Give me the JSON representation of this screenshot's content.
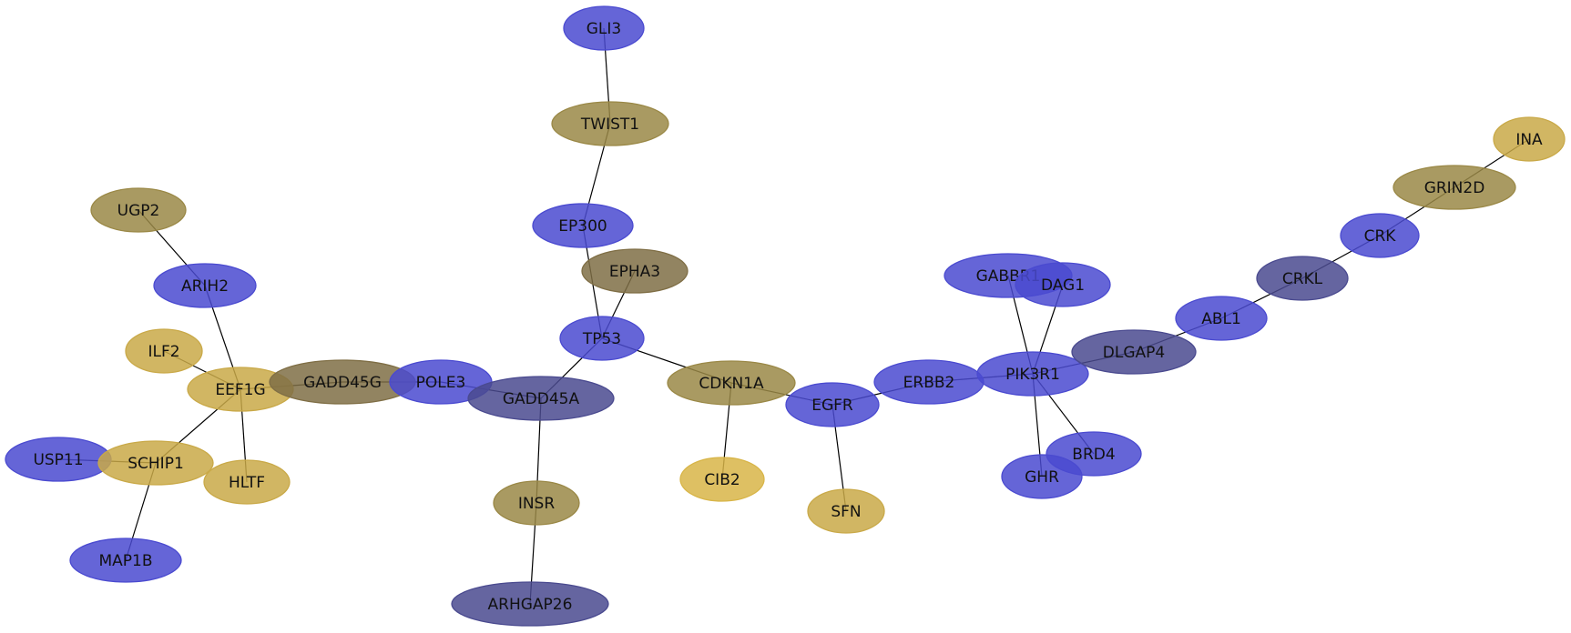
{
  "colors": {
    "blue": "#4a4ad0",
    "blue_dark": "#4a4a8f",
    "gold": "#c9a948",
    "gold_light": "#d8b548",
    "olive": "#9a8846",
    "olive_dark": "#7f6e45"
  },
  "nodes": [
    {
      "id": "GLI3",
      "label": "GLI3",
      "color": "blue"
    },
    {
      "id": "TWIST1",
      "label": "TWIST1",
      "color": "olive"
    },
    {
      "id": "EP300",
      "label": "EP300",
      "color": "blue"
    },
    {
      "id": "EPHA3",
      "label": "EPHA3",
      "color": "olive_dark"
    },
    {
      "id": "TP53",
      "label": "TP53",
      "color": "blue"
    },
    {
      "id": "UGP2",
      "label": "UGP2",
      "color": "olive"
    },
    {
      "id": "ARIH2",
      "label": "ARIH2",
      "color": "blue"
    },
    {
      "id": "ILF2",
      "label": "ILF2",
      "color": "gold"
    },
    {
      "id": "EEF1G",
      "label": "EEF1G",
      "color": "gold"
    },
    {
      "id": "GADD45G",
      "label": "GADD45G",
      "color": "olive_dark"
    },
    {
      "id": "POLE3",
      "label": "POLE3",
      "color": "blue"
    },
    {
      "id": "GADD45A",
      "label": "GADD45A",
      "color": "blue_dark"
    },
    {
      "id": "CDKN1A",
      "label": "CDKN1A",
      "color": "olive"
    },
    {
      "id": "EGFR",
      "label": "EGFR",
      "color": "blue"
    },
    {
      "id": "ERBB2",
      "label": "ERBB2",
      "color": "blue"
    },
    {
      "id": "PIK3R1",
      "label": "PIK3R1",
      "color": "blue"
    },
    {
      "id": "GABBR1",
      "label": "GABBR1",
      "color": "blue"
    },
    {
      "id": "DAG1",
      "label": "DAG1",
      "color": "blue"
    },
    {
      "id": "DLGAP4",
      "label": "DLGAP4",
      "color": "blue_dark"
    },
    {
      "id": "ABL1",
      "label": "ABL1",
      "color": "blue"
    },
    {
      "id": "CRKL",
      "label": "CRKL",
      "color": "blue_dark"
    },
    {
      "id": "CRK",
      "label": "CRK",
      "color": "blue"
    },
    {
      "id": "GRIN2D",
      "label": "GRIN2D",
      "color": "olive"
    },
    {
      "id": "INA",
      "label": "INA",
      "color": "gold"
    },
    {
      "id": "BRD4",
      "label": "BRD4",
      "color": "blue"
    },
    {
      "id": "GHR",
      "label": "GHR",
      "color": "blue"
    },
    {
      "id": "USP11",
      "label": "USP11",
      "color": "blue"
    },
    {
      "id": "SCHIP1",
      "label": "SCHIP1",
      "color": "gold"
    },
    {
      "id": "HLTF",
      "label": "HLTF",
      "color": "gold"
    },
    {
      "id": "MAP1B",
      "label": "MAP1B",
      "color": "blue"
    },
    {
      "id": "INSR",
      "label": "INSR",
      "color": "olive"
    },
    {
      "id": "ARHGAP26",
      "label": "ARHGAP26",
      "color": "blue_dark"
    },
    {
      "id": "CIB2",
      "label": "CIB2",
      "color": "gold_light"
    },
    {
      "id": "SFN",
      "label": "SFN",
      "color": "gold"
    }
  ],
  "edges": [
    [
      "GLI3",
      "TWIST1"
    ],
    [
      "TWIST1",
      "EP300"
    ],
    [
      "EP300",
      "TP53"
    ],
    [
      "EPHA3",
      "TP53"
    ],
    [
      "TP53",
      "GADD45A"
    ],
    [
      "TP53",
      "CDKN1A"
    ],
    [
      "UGP2",
      "ARIH2"
    ],
    [
      "ARIH2",
      "EEF1G"
    ],
    [
      "ILF2",
      "EEF1G"
    ],
    [
      "EEF1G",
      "GADD45G"
    ],
    [
      "EEF1G",
      "SCHIP1"
    ],
    [
      "EEF1G",
      "HLTF"
    ],
    [
      "GADD45G",
      "POLE3"
    ],
    [
      "POLE3",
      "GADD45A"
    ],
    [
      "GADD45A",
      "INSR"
    ],
    [
      "INSR",
      "ARHGAP26"
    ],
    [
      "CDKN1A",
      "CIB2"
    ],
    [
      "CDKN1A",
      "EGFR"
    ],
    [
      "EGFR",
      "SFN"
    ],
    [
      "EGFR",
      "ERBB2"
    ],
    [
      "ERBB2",
      "PIK3R1"
    ],
    [
      "PIK3R1",
      "GABBR1"
    ],
    [
      "PIK3R1",
      "DAG1"
    ],
    [
      "PIK3R1",
      "BRD4"
    ],
    [
      "PIK3R1",
      "GHR"
    ],
    [
      "PIK3R1",
      "DLGAP4"
    ],
    [
      "DLGAP4",
      "ABL1"
    ],
    [
      "ABL1",
      "CRKL"
    ],
    [
      "CRKL",
      "CRK"
    ],
    [
      "CRK",
      "GRIN2D"
    ],
    [
      "GRIN2D",
      "INA"
    ],
    [
      "USP11",
      "SCHIP1"
    ],
    [
      "SCHIP1",
      "MAP1B"
    ]
  ]
}
